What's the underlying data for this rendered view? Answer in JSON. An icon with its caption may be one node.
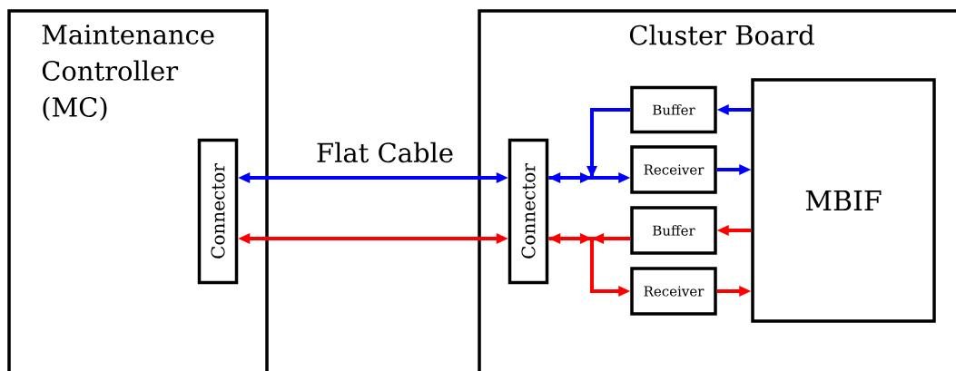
{
  "diagram": {
    "nodes": [
      {
        "text": [
          "Maintenance Controller (MC)"
        ]
      },
      {
        "text": [
          "Connector"
        ],
        "in": 0
      },
      {
        "text": [
          "Cluster Board"
        ]
      },
      {
        "text": [
          "Connector"
        ],
        "in": 2
      },
      {
        "text": [
          "Buffer"
        ],
        "in": 2
      },
      {
        "text": [
          "Receiver"
        ],
        "in": 2
      },
      {
        "text": [
          "Buffer"
        ],
        "in": 2
      },
      {
        "text": [
          "Receiver"
        ],
        "in": 2
      },
      {
        "text": [
          "MBIF"
        ],
        "in": 2
      }
    ],
    "edges": [
      {
        "from": 1,
        "to": 3,
        "arrow": "both",
        "label": "Flat Cable",
        "color": "#0000ff"
      },
      {
        "from": 1,
        "to": 3,
        "arrow": "both",
        "color": "#ff0000"
      },
      {
        "from": 8,
        "to": 4,
        "arrow": "to",
        "color": "#0000ff"
      },
      {
        "from": 4,
        "to": 3,
        "arrow": "to",
        "color": "#0000ff"
      },
      {
        "from": 3,
        "to": 5,
        "arrow": "to",
        "color": "#0000ff"
      },
      {
        "from": 5,
        "to": 8,
        "arrow": "to",
        "color": "#0000ff"
      },
      {
        "from": 8,
        "to": 6,
        "arrow": "to",
        "color": "#ff0000"
      },
      {
        "from": 6,
        "to": 3,
        "arrow": "to",
        "color": "#ff0000"
      },
      {
        "from": 3,
        "to": 7,
        "arrow": "to",
        "color": "#ff0000"
      },
      {
        "from": 7,
        "to": 8,
        "arrow": "to",
        "color": "#ff0000"
      }
    ]
  }
}
